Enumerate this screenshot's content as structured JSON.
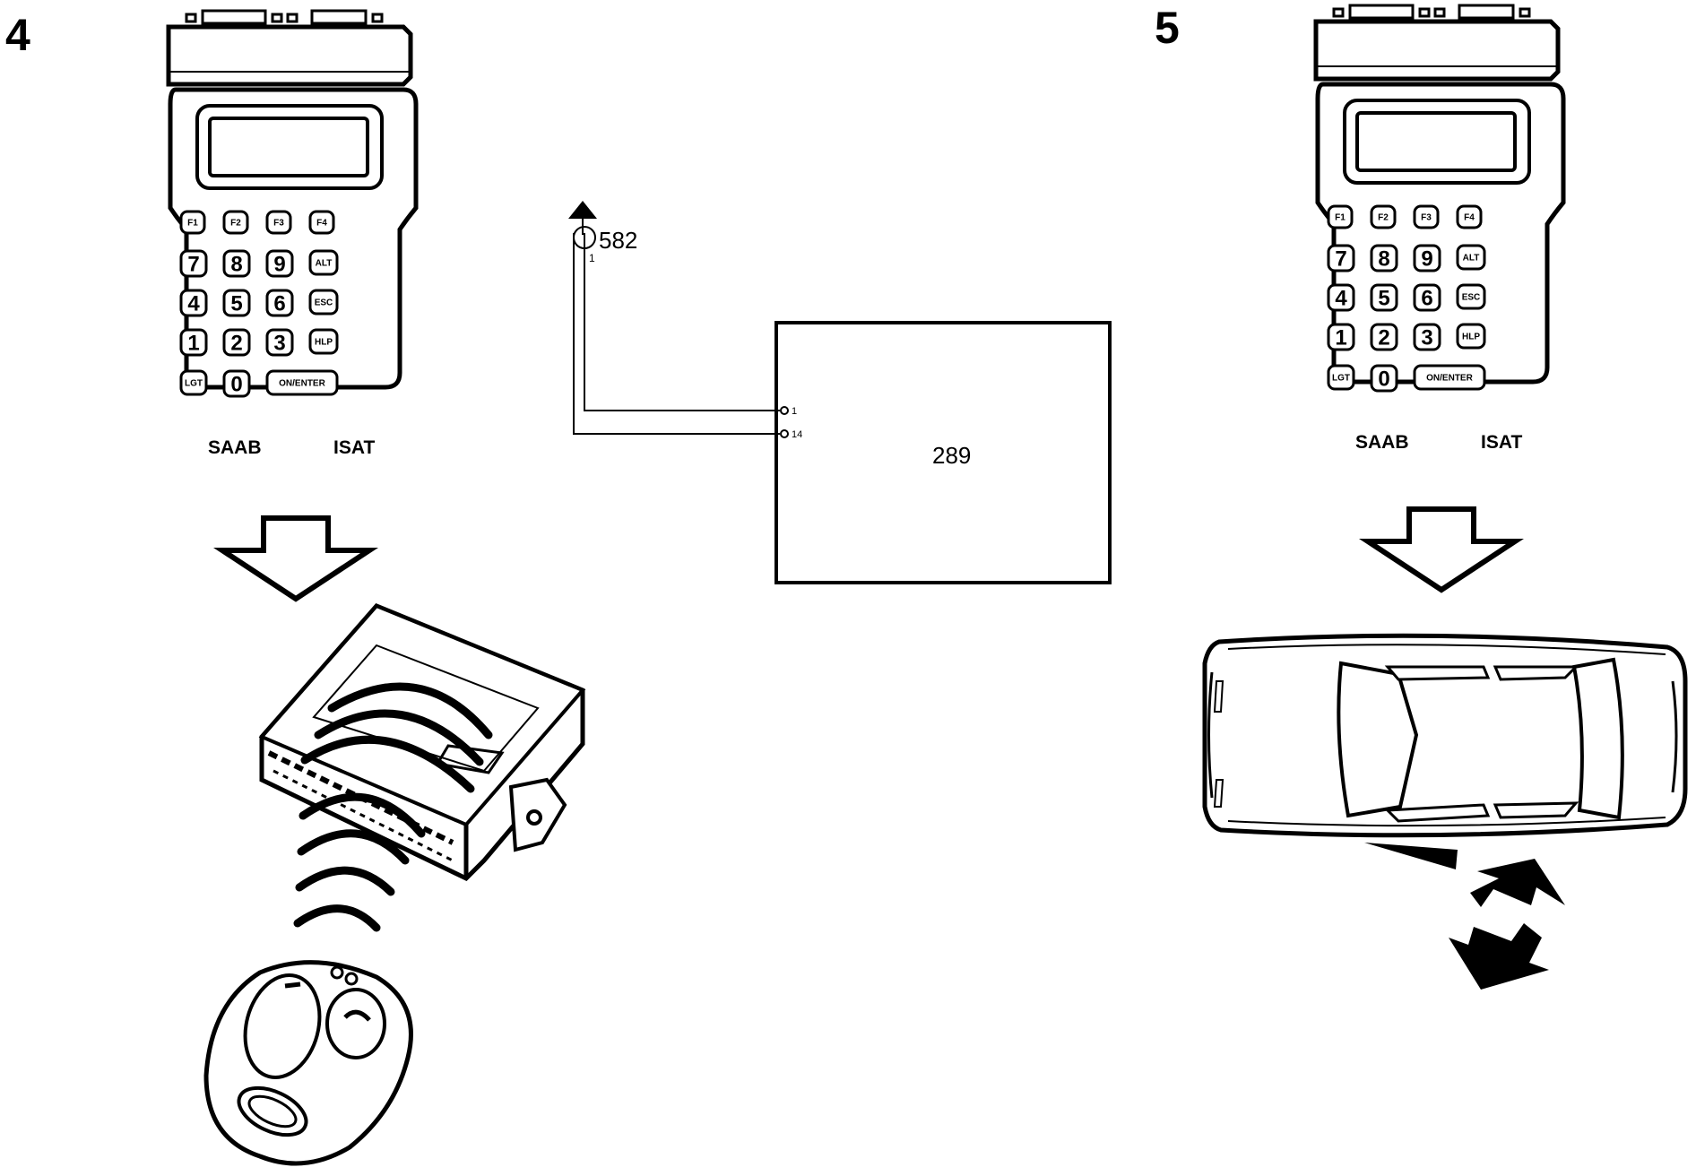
{
  "steps": {
    "left": "4",
    "right": "5"
  },
  "tester": {
    "brand": "SAAB",
    "model": "ISAT",
    "fkeys": [
      "F1",
      "F2",
      "F3",
      "F4"
    ],
    "rows": [
      [
        "7",
        "8",
        "9",
        "ALT"
      ],
      [
        "4",
        "5",
        "6",
        "ESC"
      ],
      [
        "1",
        "2",
        "3",
        "HLP"
      ]
    ],
    "bottom": {
      "light": "LGT",
      "zero": "0",
      "enter": "ON/ENTER"
    }
  },
  "wiring": {
    "connector": "582",
    "connector_pin": "1",
    "module": "289",
    "pin_a": "1",
    "pin_b": "14"
  },
  "colors": {
    "ink": "#000000",
    "paper": "#ffffff"
  }
}
